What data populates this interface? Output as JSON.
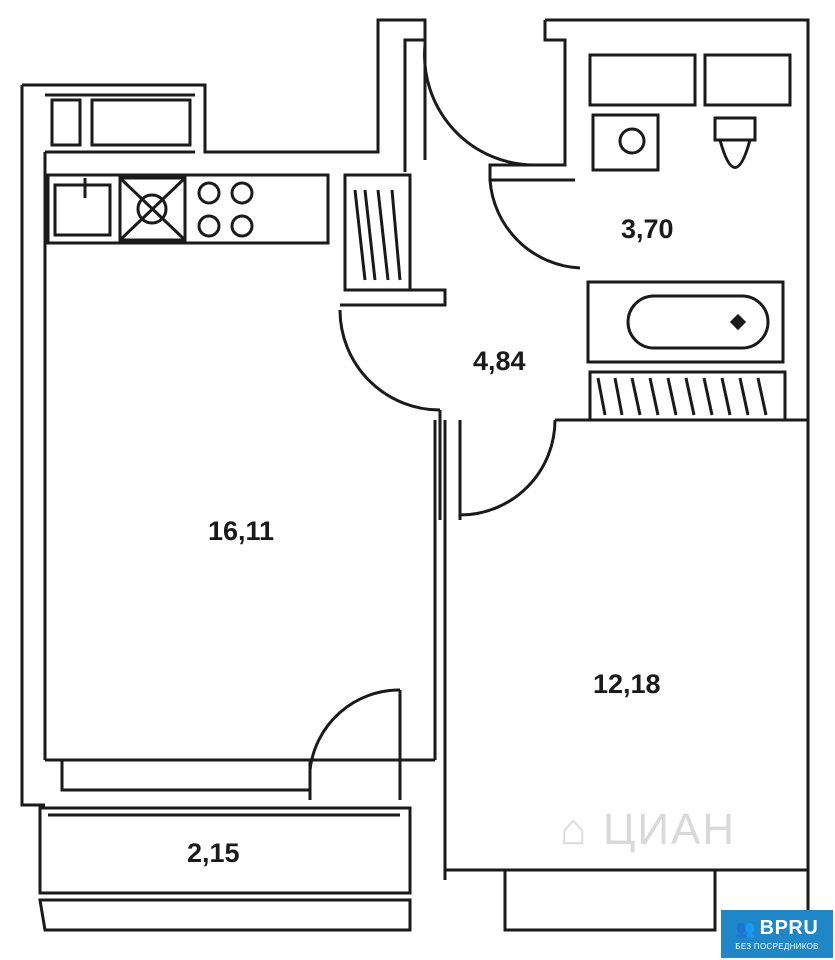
{
  "rooms": {
    "kitchen_living": "16,11",
    "bedroom": "12,18",
    "hall": "4,84",
    "bathroom": "3,70",
    "balcony": "2,15"
  },
  "watermark": {
    "icon": "cian-house-icon",
    "text": "ЦИАН"
  },
  "badge": {
    "icon": "people-icon",
    "logo": "BPRU",
    "subtitle": "БЕЗ ПОСРЕДНИКОВ"
  },
  "colors": {
    "walls": "#1a1a1a",
    "badge_bg": "#1f86c8",
    "watermark": "#d9d9d9"
  }
}
